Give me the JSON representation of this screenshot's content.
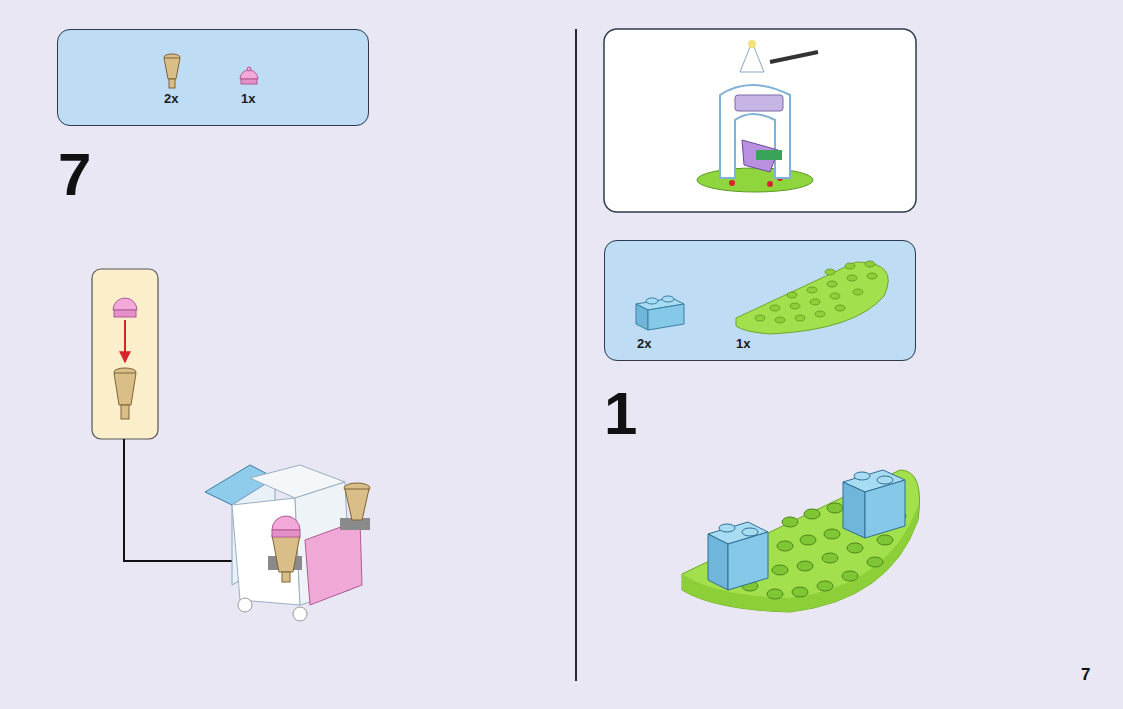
{
  "diagram": {
    "nodes": [
      {
        "text": [
          "2x",
          "1x"
        ]
      },
      {
        "text": [
          "2x",
          "1x"
        ]
      }
    ],
    "labels": [
      "7",
      "1",
      "7"
    ]
  }
}
